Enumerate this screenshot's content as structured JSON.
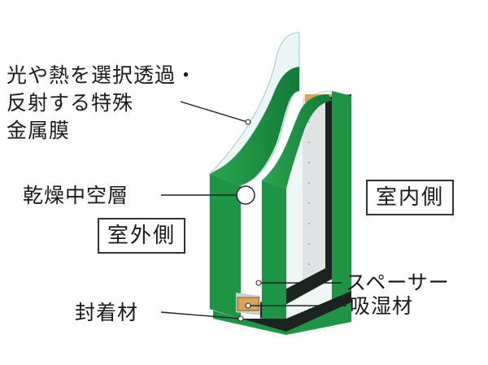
{
  "labels": {
    "coating_line1": "光や熱を選択透過・",
    "coating_line2": "反射する特殊",
    "coating_line3": "金属膜",
    "air_space": "乾燥中空層",
    "outdoor": "室外側",
    "indoor": "室内側",
    "spacer": "スペーサー",
    "desiccant": "吸湿材",
    "sealant": "封着材"
  },
  "colors": {
    "glass_edge": "#1f8f43",
    "glass_edge_dark": "#0f5e2b",
    "glass_face": "#e9f4f4",
    "spacer_frame": "#d8dcdc",
    "desiccant": "#d9a45a",
    "sealant": "#1c2420"
  }
}
